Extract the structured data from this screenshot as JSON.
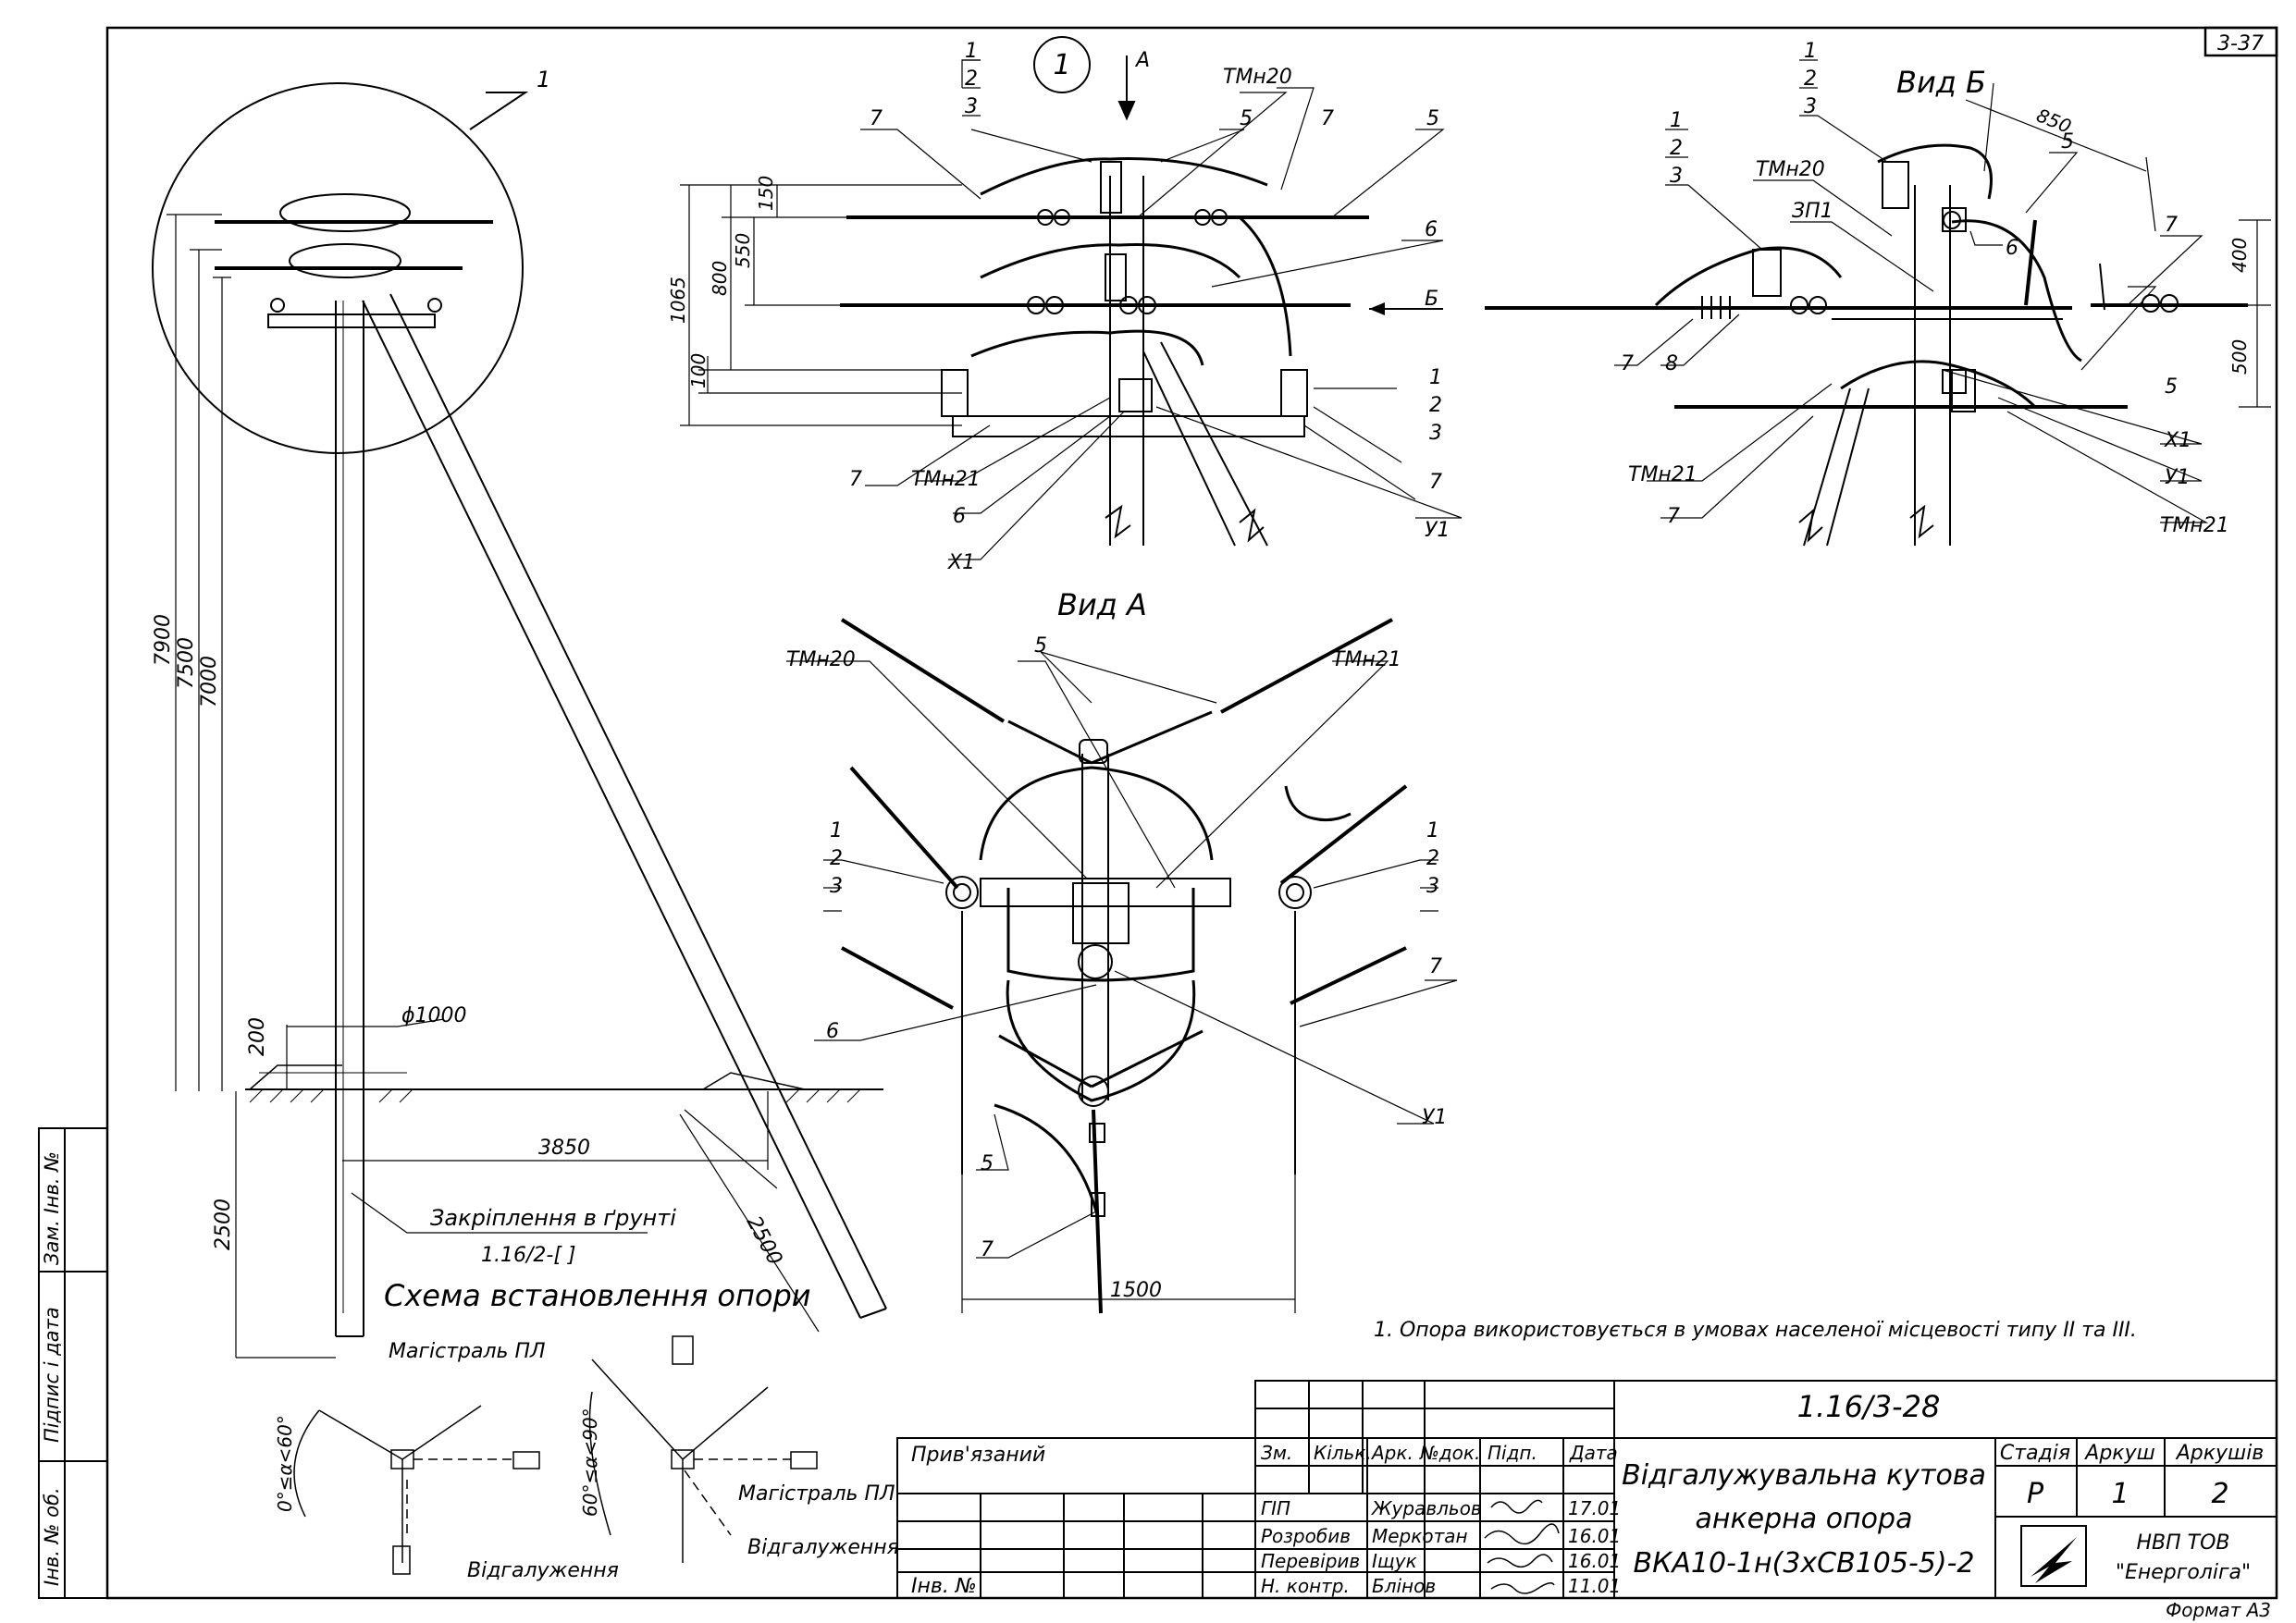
{
  "sheet": {
    "code": "3-37",
    "format_label": "Формат А3",
    "note": "1. Опора використовується в умовах населеної місцевості типу ІІ та ІІІ."
  },
  "callouts": {
    "detail_id": "1",
    "view_a_arrow": "А",
    "view_b_arrow": "Б",
    "n1": "1",
    "n2": "2",
    "n3": "3",
    "n5": "5",
    "n6": "6",
    "n7": "7",
    "n8": "8",
    "tmn20": "ТМн20",
    "tmn21": "ТМн21",
    "x1": "Х1",
    "u1": "У1",
    "zp1": "ЗП1"
  },
  "views": {
    "view_a_title": "Вид А",
    "view_b_title": "Вид Б"
  },
  "dimensions": {
    "d7900": "7900",
    "d7500": "7500",
    "d7000": "7000",
    "d2500": "2500",
    "d2500_strut": "2500",
    "d200": "200",
    "d1000": "ϕ1000",
    "d3850": "3850",
    "d1065": "1065",
    "d800": "800",
    "d550": "550",
    "d150": "150",
    "d100": "100",
    "d850": "850",
    "d400": "400",
    "d500": "500",
    "d1500": "1500"
  },
  "anchoring": {
    "label": "Закріплення в ґрунті",
    "code": "1.16/2-[    ]"
  },
  "scheme": {
    "title": "Схема встановлення опори",
    "trunk_left": "Магістраль ПЛ",
    "trunk_right": "Магістраль ПЛ",
    "branch_left": "Відгалуження",
    "branch_right": "Відгалуження",
    "angle_left": "0°≤α<60°",
    "angle_right": "60°≤α<90°"
  },
  "side_stamp": {
    "inv_sub": "Зам. Інв. №",
    "sign_date": "Підпис і дата",
    "inv_orig": "Інв. № об."
  },
  "title_block": {
    "doc_number": "1.16/3-28",
    "privyazaniy": "Прив'язаний",
    "inv_no": "Інв. №",
    "col_headers": [
      "Зм.",
      "Кільк.",
      "Арк.",
      "№док.",
      "Підп.",
      "Дата"
    ],
    "roles": [
      "ГІП",
      "Розробив",
      "Перевірив",
      "Н. контр."
    ],
    "names": [
      "Журавльов",
      "Меркотан",
      "Іщук",
      "Блінов"
    ],
    "dates": [
      "17.01",
      "16.01",
      "16.01",
      "11.01"
    ],
    "title_line1": "Відгалужувальна кутова",
    "title_line2": "анкерна опора",
    "title_line3": "ВКА10-1н(3хСВ105-5)-2",
    "stage_label": "Стадія",
    "sheet_label": "Аркуш",
    "sheets_label": "Аркушів",
    "stage": "Р",
    "sheet": "1",
    "sheets": "2",
    "company_line1": "НВП ТОВ",
    "company_line2": "\"Енерголіга\""
  }
}
